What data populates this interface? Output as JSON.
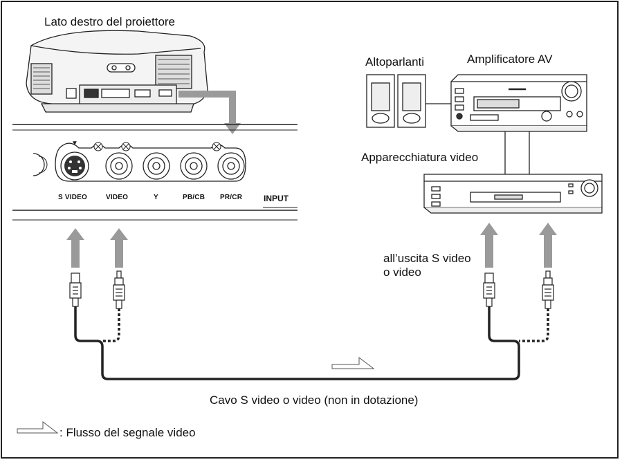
{
  "labels": {
    "projector_side": "Lato destro del proiettore",
    "speakers": "Altoparlanti",
    "av_amplifier": "Amplificatore AV",
    "video_equipment": "Apparecchiatura video",
    "output": "all’uscita S video\no video",
    "cable": "Cavo S video o video (non in dotazione)",
    "legend": ": Flusso del segnale video"
  },
  "ports": {
    "s_video": "S VIDEO",
    "video": "VIDEO",
    "y": "Y",
    "pb": "PB/CB",
    "pr": "PR/CR",
    "input": "INPUT"
  },
  "colors": {
    "arrow": "#9a9a9a",
    "line": "#222222",
    "panel": "#f2f2f2"
  }
}
